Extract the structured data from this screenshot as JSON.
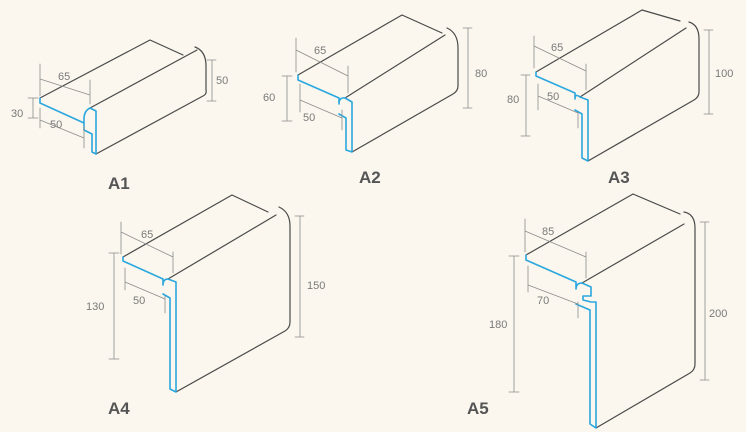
{
  "colors": {
    "background": "#fbf7ee",
    "profile_stroke": "#2aa7df",
    "edge_stroke": "#4a4a4a",
    "dimension_stroke": "#8c8c8c",
    "dimension_text": "#7a7a7a",
    "label_text": "#555555"
  },
  "profiles": [
    {
      "label": "A1",
      "dims": {
        "top": "65",
        "foot": "50",
        "front": "30",
        "back": "50"
      }
    },
    {
      "label": "A2",
      "dims": {
        "top": "65",
        "foot": "50",
        "front": "60",
        "back": "80"
      }
    },
    {
      "label": "A3",
      "dims": {
        "top": "65",
        "foot": "50",
        "front": "80",
        "back": "100"
      }
    },
    {
      "label": "A4",
      "dims": {
        "top": "65",
        "foot": "50",
        "front": "130",
        "back": "150"
      }
    },
    {
      "label": "A5",
      "dims": {
        "top": "85",
        "foot": "70",
        "front": "180",
        "back": "200"
      }
    }
  ]
}
